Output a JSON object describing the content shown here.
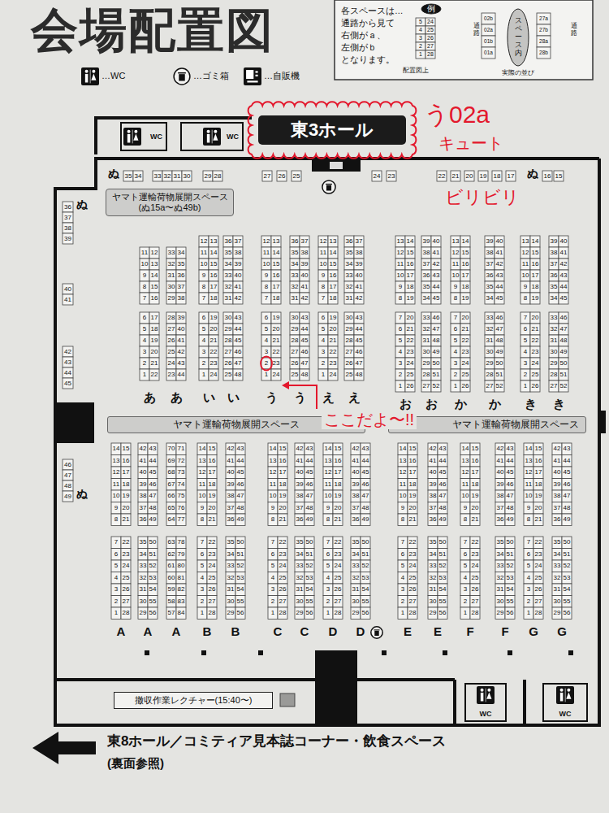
{
  "diagram": {
    "title": "会場配置図",
    "nodes": [
      {
        "text": [
          "東3ホール"
        ]
      },
      {
        "text": [
          "ヤマト運輸荷物展開スペース",
          "(ぬ15a〜ぬ49b)"
        ]
      },
      {
        "text": [
          "ヤマト運輸荷物展開スペース"
        ]
      },
      {
        "text": [
          "ヤマト運輸荷物展開スペース"
        ]
      },
      {
        "text": [
          "撤収作業レクチャー(15:40〜)"
        ]
      },
      {
        "text": [
          "WC"
        ]
      },
      {
        "text": [
          "WC"
        ]
      },
      {
        "text": [
          "WC"
        ]
      },
      {
        "text": [
          "WC"
        ]
      },
      {
        "text": [
          "各スペースは…",
          "通路から見て",
          "右側がａ、",
          "左側がｂ",
          "となります。"
        ]
      },
      {
        "text": [
          "例"
        ],
        "in": 9
      },
      {
        "text": [
          "スペース内"
        ],
        "in": 9
      }
    ],
    "labels": [
      "11",
      "12",
      "10",
      "13",
      "9",
      "14",
      "8",
      "15",
      "7",
      "16",
      "6",
      "17",
      "5",
      "18",
      "4",
      "19",
      "3",
      "20",
      "2",
      "21",
      "1",
      "22",
      "33",
      "34",
      "32",
      "35",
      "31",
      "36",
      "30",
      "37",
      "29",
      "38",
      "28",
      "39",
      "27",
      "40",
      "26",
      "41",
      "25",
      "42",
      "24",
      "43",
      "23",
      "44",
      "12",
      "13",
      "11",
      "14",
      "10",
      "15",
      "9",
      "16",
      "8",
      "17",
      "7",
      "18",
      "6",
      "19",
      "5",
      "20",
      "4",
      "21",
      "3",
      "22",
      "2",
      "23",
      "1",
      "24",
      "36",
      "37",
      "35",
      "38",
      "34",
      "39",
      "33",
      "40",
      "32",
      "41",
      "31",
      "42",
      "30",
      "43",
      "29",
      "44",
      "28",
      "45",
      "27",
      "46",
      "26",
      "47",
      "25",
      "48",
      "12",
      "13",
      "11",
      "14",
      "10",
      "15",
      "9",
      "16",
      "8",
      "17",
      "7",
      "18",
      "6",
      "19",
      "5",
      "20",
      "4",
      "21",
      "3",
      "22",
      "2",
      "23",
      "1",
      "24",
      "36",
      "37",
      "35",
      "38",
      "34",
      "39",
      "33",
      "40",
      "32",
      "41",
      "31",
      "42",
      "30",
      "43",
      "29",
      "44",
      "28",
      "45",
      "27",
      "46",
      "26",
      "47",
      "25",
      "48",
      "12",
      "13",
      "11",
      "14",
      "10",
      "15",
      "9",
      "16",
      "8",
      "17",
      "7",
      "18",
      "6",
      "19",
      "5",
      "20",
      "4",
      "21",
      "3",
      "22",
      "2",
      "23",
      "1",
      "24",
      "36",
      "37",
      "35",
      "38",
      "34",
      "39",
      "33",
      "40",
      "32",
      "41",
      "31",
      "42",
      "30",
      "43",
      "29",
      "44",
      "28",
      "45",
      "27",
      "46",
      "26",
      "47",
      "25",
      "48",
      "13",
      "14",
      "12",
      "15",
      "11",
      "16",
      "10",
      "17",
      "9",
      "18",
      "8",
      "19",
      "7",
      "20",
      "6",
      "21",
      "5",
      "22",
      "4",
      "23",
      "3",
      "24",
      "2",
      "25",
      "1",
      "26",
      "39",
      "40",
      "38",
      "41",
      "37",
      "42",
      "36",
      "43",
      "35",
      "44",
      "34",
      "45",
      "33",
      "46",
      "32",
      "47",
      "31",
      "48",
      "30",
      "49",
      "29",
      "50",
      "28",
      "51",
      "27",
      "52",
      "13",
      "14",
      "12",
      "15",
      "11",
      "16",
      "10",
      "17",
      "9",
      "18",
      "8",
      "19",
      "7",
      "20",
      "6",
      "21",
      "5",
      "22",
      "4",
      "23",
      "3",
      "24",
      "2",
      "25",
      "1",
      "26",
      "39",
      "40",
      "38",
      "41",
      "37",
      "42",
      "36",
      "43",
      "35",
      "44",
      "34",
      "45",
      "33",
      "46",
      "32",
      "47",
      "31",
      "48",
      "30",
      "49",
      "29",
      "50",
      "28",
      "51",
      "27",
      "52",
      "13",
      "14",
      "12",
      "15",
      "11",
      "16",
      "10",
      "17",
      "9",
      "18",
      "8",
      "19",
      "7",
      "20",
      "6",
      "21",
      "5",
      "22",
      "4",
      "23",
      "3",
      "24",
      "2",
      "25",
      "1",
      "26",
      "39",
      "40",
      "38",
      "41",
      "37",
      "42",
      "36",
      "43",
      "35",
      "44",
      "34",
      "45",
      "33",
      "46",
      "32",
      "47",
      "31",
      "48",
      "30",
      "49",
      "29",
      "50",
      "28",
      "51",
      "27",
      "52",
      "14",
      "15",
      "13",
      "16",
      "12",
      "17",
      "11",
      "18",
      "10",
      "19",
      "9",
      "20",
      "8",
      "21",
      "7",
      "22",
      "6",
      "23",
      "5",
      "24",
      "4",
      "25",
      "3",
      "26",
      "2",
      "27",
      "1",
      "28",
      "42",
      "43",
      "41",
      "44",
      "40",
      "45",
      "39",
      "46",
      "38",
      "47",
      "37",
      "48",
      "36",
      "49",
      "35",
      "50",
      "34",
      "51",
      "33",
      "52",
      "32",
      "53",
      "31",
      "54",
      "30",
      "55",
      "29",
      "56",
      "70",
      "71",
      "69",
      "72",
      "68",
      "73",
      "67",
      "74",
      "66",
      "75",
      "65",
      "76",
      "64",
      "77",
      "63",
      "78",
      "62",
      "79",
      "61",
      "80",
      "60",
      "81",
      "59",
      "82",
      "58",
      "83",
      "57",
      "84",
      "14",
      "15",
      "13",
      "16",
      "12",
      "17",
      "11",
      "18",
      "10",
      "19",
      "9",
      "20",
      "8",
      "21",
      "7",
      "22",
      "6",
      "23",
      "5",
      "24",
      "4",
      "25",
      "3",
      "26",
      "2",
      "27",
      "1",
      "28",
      "42",
      "43",
      "41",
      "44",
      "40",
      "45",
      "39",
      "46",
      "38",
      "47",
      "37",
      "48",
      "36",
      "49",
      "35",
      "50",
      "34",
      "51",
      "33",
      "52",
      "32",
      "53",
      "31",
      "54",
      "30",
      "55",
      "29",
      "56",
      "14",
      "15",
      "13",
      "16",
      "12",
      "17",
      "11",
      "18",
      "10",
      "19",
      "9",
      "20",
      "8",
      "21",
      "7",
      "22",
      "6",
      "23",
      "5",
      "24",
      "4",
      "25",
      "3",
      "26",
      "2",
      "27",
      "1",
      "28",
      "42",
      "43",
      "41",
      "44",
      "40",
      "45",
      "39",
      "46",
      "38",
      "47",
      "37",
      "48",
      "36",
      "49",
      "35",
      "50",
      "34",
      "51",
      "33",
      "52",
      "32",
      "53",
      "31",
      "54",
      "30",
      "55",
      "29",
      "56",
      "14",
      "15",
      "13",
      "16",
      "12",
      "17",
      "11",
      "18",
      "10",
      "19",
      "9",
      "20",
      "8",
      "21",
      "7",
      "22",
      "6",
      "23",
      "5",
      "24",
      "4",
      "25",
      "3",
      "26",
      "2",
      "27",
      "1",
      "28",
      "42",
      "43",
      "41",
      "44",
      "40",
      "45",
      "39",
      "46",
      "38",
      "47",
      "37",
      "48",
      "36",
      "49",
      "35",
      "50",
      "34",
      "51",
      "33",
      "52",
      "32",
      "53",
      "31",
      "54",
      "30",
      "55",
      "29",
      "56",
      "14",
      "15",
      "13",
      "16",
      "12",
      "17",
      "11",
      "18",
      "10",
      "19",
      "9",
      "20",
      "8",
      "21",
      "7",
      "22",
      "6",
      "23",
      "5",
      "24",
      "4",
      "25",
      "3",
      "26",
      "2",
      "27",
      "1",
      "28",
      "42",
      "43",
      "41",
      "44",
      "40",
      "45",
      "39",
      "46",
      "38",
      "47",
      "37",
      "48",
      "36",
      "49",
      "35",
      "50",
      "34",
      "51",
      "33",
      "52",
      "32",
      "53",
      "31",
      "54",
      "30",
      "55",
      "29",
      "56",
      "14",
      "15",
      "13",
      "16",
      "12",
      "17",
      "11",
      "18",
      "10",
      "19",
      "9",
      "20",
      "8",
      "21",
      "7",
      "22",
      "6",
      "23",
      "5",
      "24",
      "4",
      "25",
      "3",
      "26",
      "2",
      "27",
      "1",
      "28",
      "42",
      "43",
      "41",
      "44",
      "40",
      "45",
      "39",
      "46",
      "38",
      "47",
      "37",
      "48",
      "36",
      "49",
      "35",
      "50",
      "34",
      "51",
      "33",
      "52",
      "32",
      "53",
      "31",
      "54",
      "30",
      "55",
      "29",
      "56",
      "14",
      "15",
      "13",
      "16",
      "12",
      "17",
      "11",
      "18",
      "10",
      "19",
      "9",
      "20",
      "8",
      "21",
      "7",
      "22",
      "6",
      "23",
      "5",
      "24",
      "4",
      "25",
      "3",
      "26",
      "2",
      "27",
      "1",
      "28",
      "42",
      "43",
      "41",
      "44",
      "40",
      "45",
      "39",
      "46",
      "38",
      "47",
      "37",
      "48",
      "36",
      "49",
      "35",
      "50",
      "34",
      "51",
      "33",
      "52",
      "32",
      "53",
      "31",
      "54",
      "30",
      "55",
      "29",
      "56",
      "あ",
      "あ",
      "い",
      "い",
      "う",
      "う",
      "え",
      "え",
      "お",
      "お",
      "か",
      "か",
      "き",
      "き",
      "A",
      "A",
      "A",
      "B",
      "B",
      "C",
      "C",
      "D",
      "D",
      "E",
      "E",
      "F",
      "F",
      "G",
      "G",
      "36",
      "37",
      "38",
      "39",
      "40",
      "41",
      "42",
      "43",
      "44",
      "45",
      "46",
      "47",
      "48",
      "49",
      "35",
      "34",
      "33",
      "32",
      "31",
      "30",
      "29",
      "28",
      "27",
      "26",
      "25",
      "24",
      "23",
      "22",
      "21",
      "20",
      "19",
      "18",
      "17",
      "16",
      "15",
      "ぬ",
      "ぬ",
      "ぬ",
      "ぬ",
      "5",
      "24",
      "4",
      "25",
      "3",
      "26",
      "2",
      "27",
      "1",
      "28",
      "配置図上",
      "通路",
      "02b",
      "02a",
      "01b",
      "01a",
      "27a",
      "27b",
      "28a",
      "28b",
      "通路",
      "実際の並び",
      "う02a",
      "キュート",
      "ビリビリ",
      "ここだよ〜!!",
      "東8ホール／コミティア見本誌コーナー・飲食スペース",
      "(裏面参照)"
    ],
    "legend": [
      {
        "text": "…WC"
      },
      {
        "text": "…ゴミ箱"
      },
      {
        "text": "…自販機"
      }
    ]
  }
}
